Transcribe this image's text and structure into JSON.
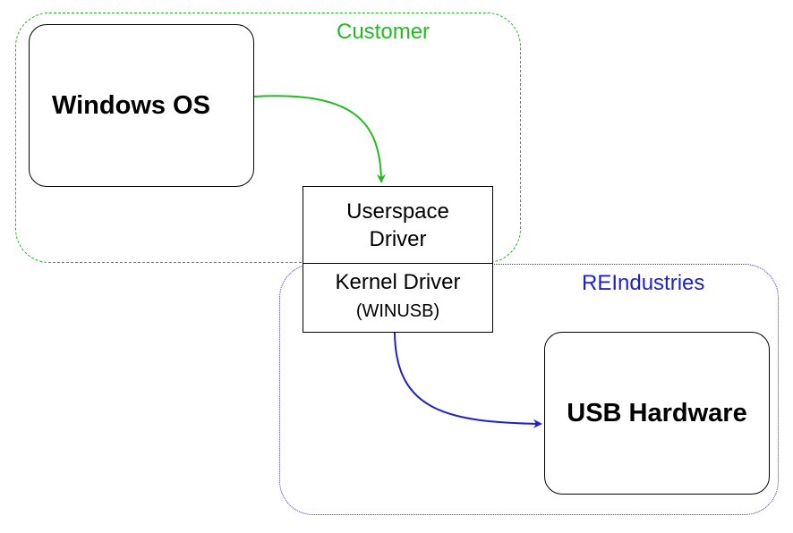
{
  "groups": {
    "customer": {
      "label": "Customer",
      "color": "#22bb22"
    },
    "reindustries": {
      "label": "REIndustries",
      "color": "#1f1fcc"
    }
  },
  "nodes": {
    "windows_os": {
      "label": "Windows OS"
    },
    "userspace_driver": {
      "line1": "Userspace",
      "line2": "Driver"
    },
    "kernel_driver": {
      "title": "Kernel Driver",
      "subtitle": "(WINUSB)"
    },
    "usb_hardware": {
      "label": "USB Hardware"
    }
  },
  "edges": [
    {
      "from": "Windows OS",
      "to": "Userspace Driver",
      "color": "#22bb22"
    },
    {
      "from": "Kernel Driver",
      "to": "USB Hardware",
      "color": "#1f1fcc"
    }
  ]
}
